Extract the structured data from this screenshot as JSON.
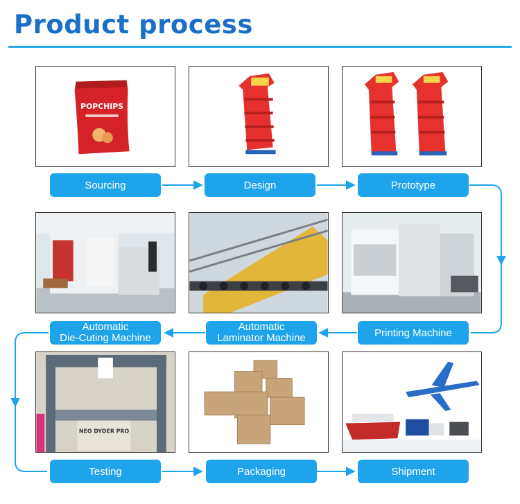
{
  "page": {
    "title": "Product process"
  },
  "steps": [
    {
      "label": "Sourcing"
    },
    {
      "label": "Design"
    },
    {
      "label": "Prototype"
    },
    {
      "label": "Printing Machine"
    },
    {
      "label_line1": "Automatic",
      "label_line2": "Laminator Machine"
    },
    {
      "label_line1": "Automatic",
      "label_line2": "Die-Cuting Machine"
    },
    {
      "label": "Testing"
    },
    {
      "label": "Packaging"
    },
    {
      "label": "Shipment"
    }
  ],
  "photo_text": {
    "snack_bag": "POPCHIPS",
    "pallet_box": "NEO DYDER PRO"
  },
  "colors": {
    "title": "#1a6fc9",
    "accent": "#1ea4ea",
    "rule": "#27a9e7"
  }
}
